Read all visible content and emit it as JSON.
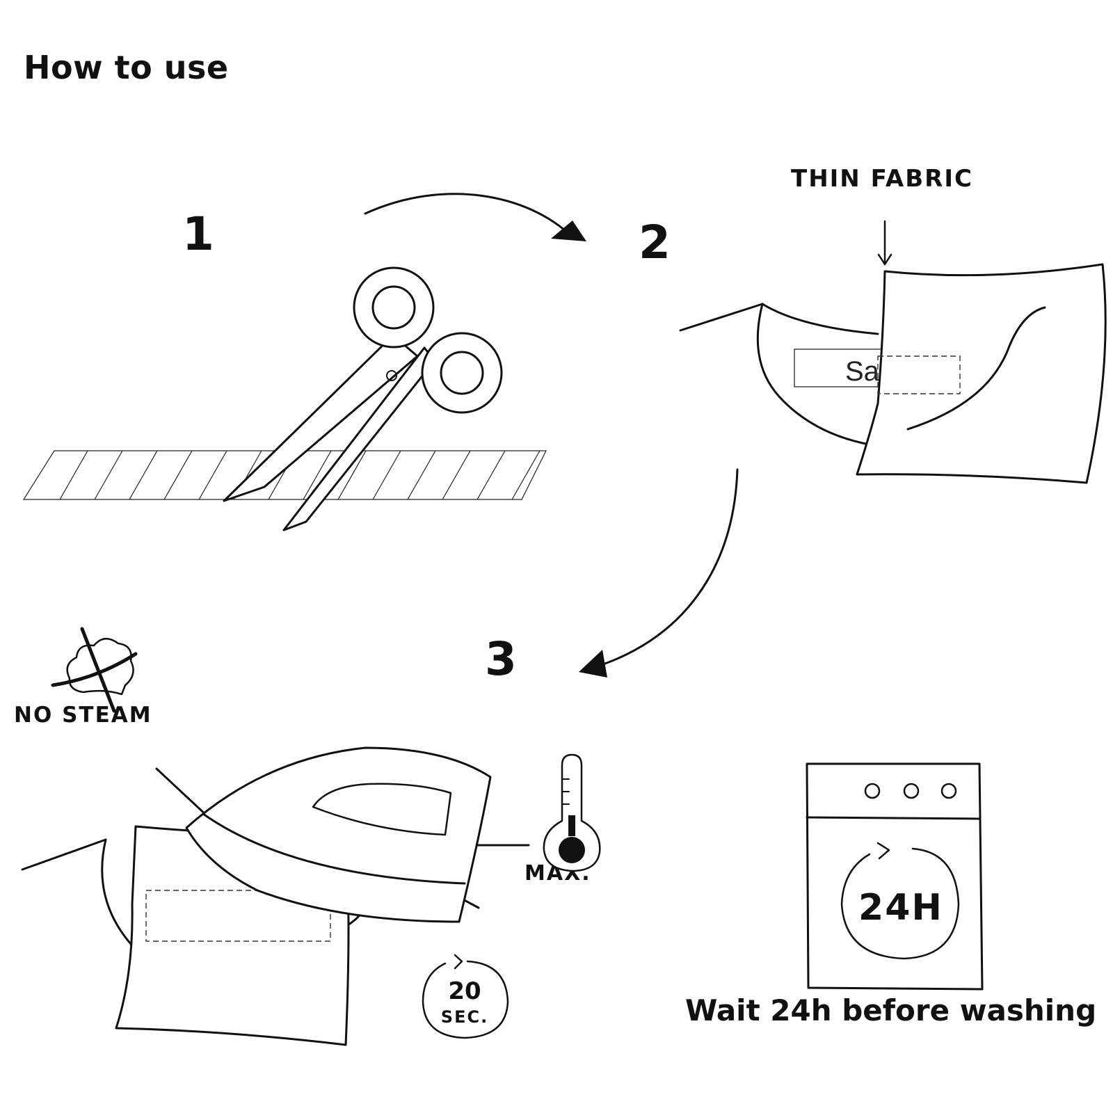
{
  "title": "How to use",
  "steps": [
    {
      "number": "1"
    },
    {
      "number": "2"
    },
    {
      "number": "3"
    }
  ],
  "labels": {
    "thin_fabric": "THIN FABRIC",
    "label_sample_text": "Sa",
    "no_steam": "NO STEAM",
    "max": "MAX.",
    "time_20": "20",
    "time_sec": "SEC.",
    "wait_24": "24H"
  },
  "footer": {
    "note": "Wait 24h before washing"
  },
  "icons": [
    "scissors-icon",
    "fabric-strip-icon",
    "garment-icon",
    "iron-icon",
    "no-steam-icon",
    "thermometer-icon",
    "timer-icon",
    "washing-machine-icon",
    "arrow-icon"
  ],
  "colors": {
    "ink": "#111111",
    "background": "#ffffff"
  }
}
